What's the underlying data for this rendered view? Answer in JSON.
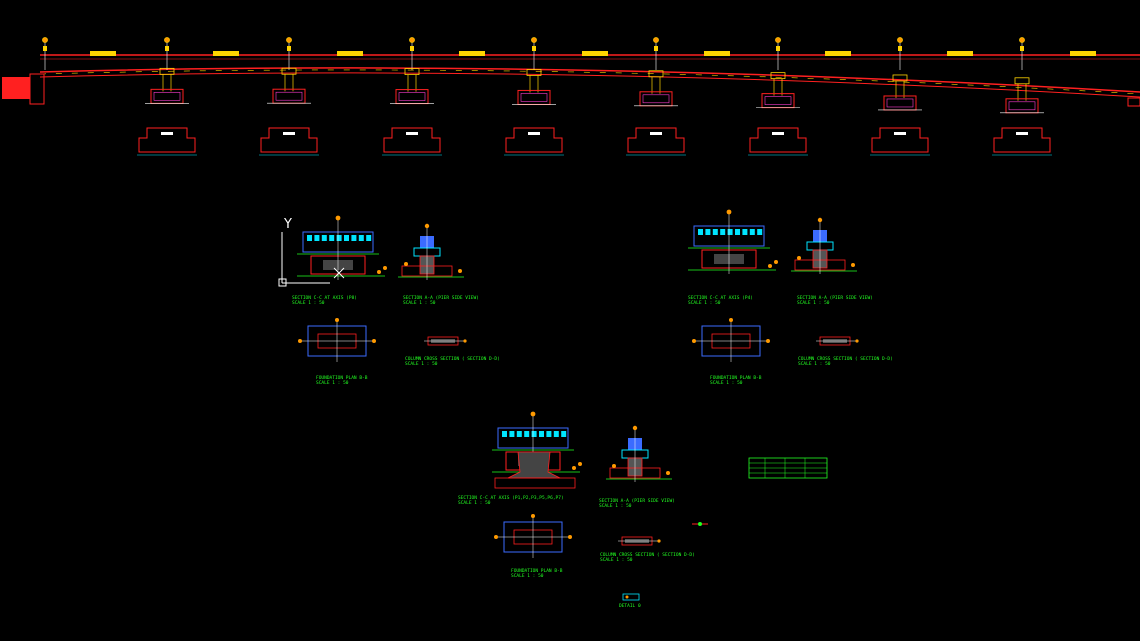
{
  "app": {
    "background": "#000000"
  },
  "colors": {
    "deck": "#ff2020",
    "road": "#ffd400",
    "green": "#22ff22",
    "yellow": "#ffd400",
    "cyan": "#00e5ff",
    "blue": "#3b6bff",
    "magenta": "#ff3bd0",
    "white": "#ffffff",
    "orange": "#ff9a00"
  },
  "ucs_icon": {
    "axis_label": "Y"
  },
  "drawing_groups": [
    {
      "section_title": "SECTION C-C AT AXIS (P8)",
      "section_scale": "SCALE 1 : 50",
      "side_title": "SECTION A-A (PIER SIDE VIEW)",
      "side_scale": "SCALE 1 : 50",
      "plan_title": "FOUNDATION PLAN B-B",
      "plan_scale": "SCALE 1 : 50",
      "cross_title": "COLUMN CROSS SECTION ( SECTION D-D)",
      "cross_scale": "SCALE 1 : 50"
    },
    {
      "section_title": "SECTION C-C AT AXIS (P4)",
      "section_scale": "SCALE 1 : 50",
      "side_title": "SECTION A-A (PIER SIDE VIEW)",
      "side_scale": "SCALE 1 : 50",
      "plan_title": "FOUNDATION PLAN B-B",
      "plan_scale": "SCALE 1 : 50",
      "cross_title": "COLUMN CROSS SECTION ( SECTION D-D)",
      "cross_scale": "SCALE 1 : 50"
    },
    {
      "section_title": "SECTION C-C AT AXIS (P1,P2,P3,P5,P6,P7)",
      "section_scale": "SCALE 1 : 50",
      "side_title": "SECTION A-A (PIER SIDE VIEW)",
      "side_scale": "SCALE 1 : 50",
      "plan_title": "FOUNDATION PLAN B-B",
      "plan_scale": "SCALE 1 : 50",
      "cross_title": "COLUMN CROSS SECTION ( SECTION D-D)",
      "cross_scale": "SCALE 1 : 50"
    }
  ],
  "detail_label": "DETAIL 0"
}
